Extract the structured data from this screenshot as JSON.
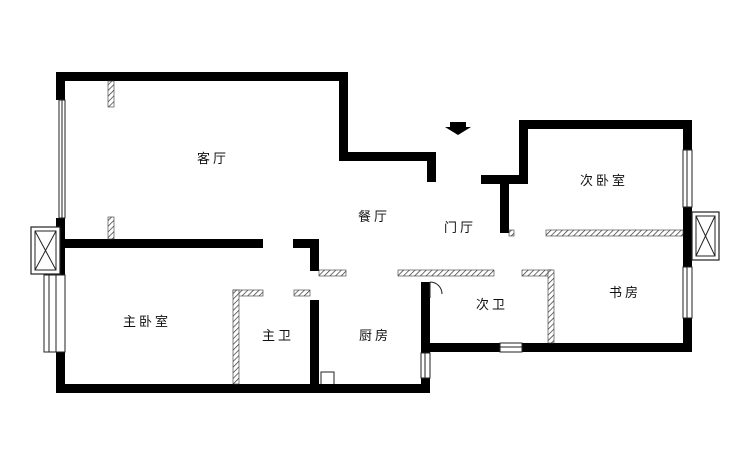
{
  "plan": {
    "rooms": {
      "living_room": "客厅",
      "dining_room": "餐厅",
      "entrance_hall": "门厅",
      "second_bedroom": "次卧室",
      "master_bedroom": "主卧室",
      "master_bath": "主卫",
      "kitchen": "厨房",
      "second_bath": "次卫",
      "study": "书房"
    }
  }
}
